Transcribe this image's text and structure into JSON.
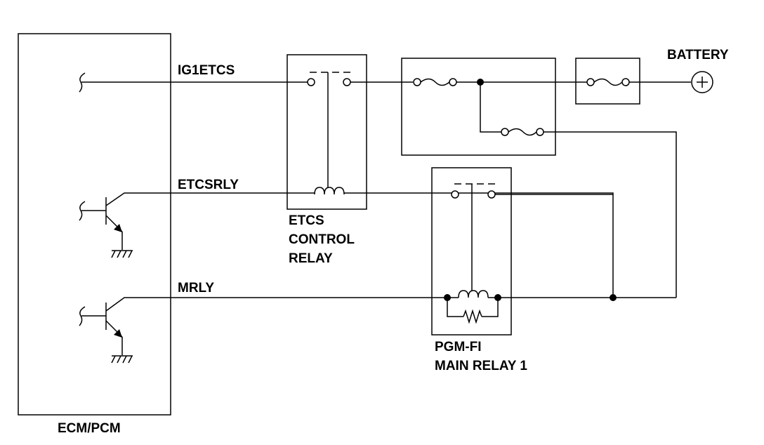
{
  "labels": {
    "battery": "BATTERY",
    "ig1etcs": "IG1ETCS",
    "etcsrly": "ETCSRLY",
    "mrly": "MRLY",
    "etcs_relay_line1": "ETCS",
    "etcs_relay_line2": "CONTROL",
    "etcs_relay_line3": "RELAY",
    "pgmfi_line1": "PGM-FI",
    "pgmfi_line2": "MAIN RELAY 1",
    "ecm": "ECM/PCM",
    "battery_symbol": "+"
  }
}
